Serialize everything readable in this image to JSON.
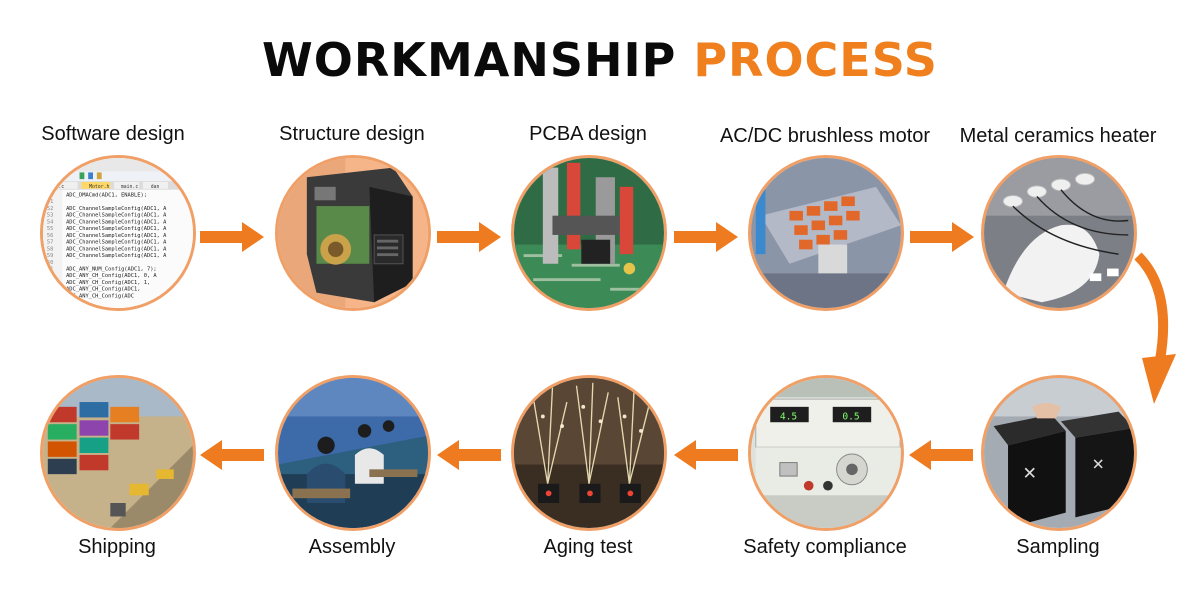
{
  "title": {
    "part1": "WORKMANSHIP",
    "part2": "PROCESS"
  },
  "colors": {
    "accent": "#f07f1e",
    "ring": "#f0a066",
    "text": "#111111"
  },
  "steps": [
    {
      "label": "Software design"
    },
    {
      "label": "Structure design"
    },
    {
      "label": "PCBA design"
    },
    {
      "label": "AC/DC brushless motor"
    },
    {
      "label": "Metal ceramics heater"
    },
    {
      "label": "Sampling"
    },
    {
      "label": "Safety compliance"
    },
    {
      "label": "Aging test"
    },
    {
      "label": "Assembly"
    },
    {
      "label": "Shipping"
    }
  ],
  "code_lines": [
    "ADC_DMACmd(ADC1, ENABLE);",
    "",
    "ADC_ChannelSampleConfig(ADC1, A",
    "ADC_ChannelSampleConfig(ADC1, A",
    "ADC_ChannelSampleConfig(ADC1, A",
    "ADC_ChannelSampleConfig(ADC1, A",
    "ADC_ChannelSampleConfig(ADC1, A",
    "ADC_ChannelSampleConfig(ADC1, A",
    "ADC_ChannelSampleConfig(ADC1, A",
    "ADC_ChannelSampleConfig(ADC1, A",
    "",
    "ADC_ANY_NUM_Config(ADC1, 7);",
    "ADC_ANY_CH_Config(ADC1, 0, A",
    "ADC_ANY_CH_Config(ADC1, 1,",
    "ADC_ANY_CH_Config(ADC1,",
    "ADC_ANY_CH_Config(ADC"
  ],
  "line_numbers": [
    "50",
    "51",
    "52",
    "53",
    "54",
    "55",
    "56",
    "57",
    "58",
    "59",
    "60",
    "61",
    "62",
    "63",
    "64",
    "65"
  ],
  "editor_tabs": [
    "otor.c",
    "Motor.h",
    "main.c",
    "dan"
  ],
  "meter_values": [
    "4.5",
    "0.5"
  ]
}
